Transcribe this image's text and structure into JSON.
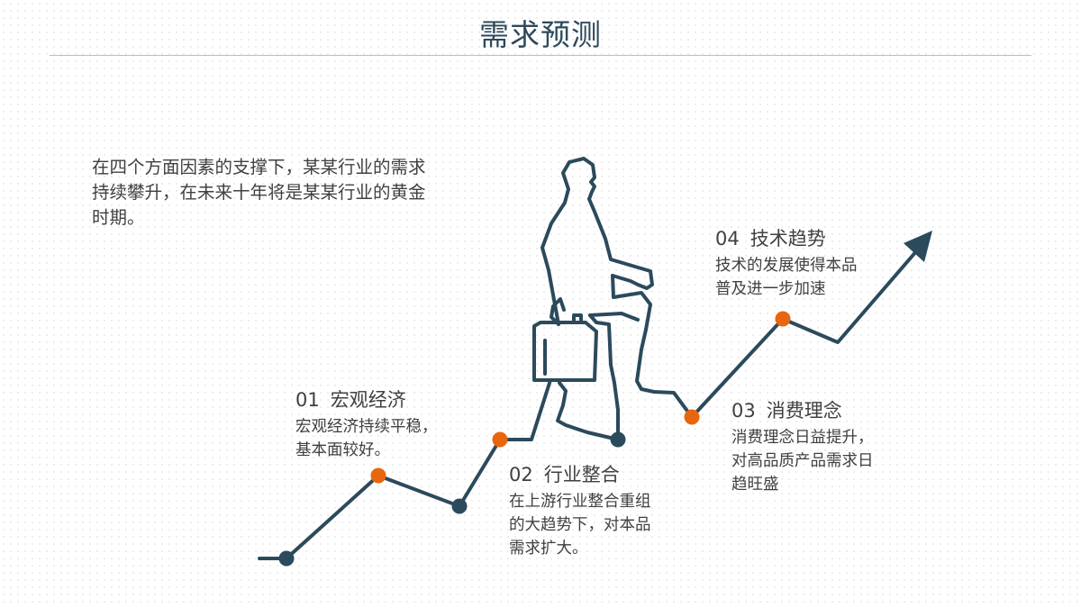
{
  "page": {
    "title": "需求预测"
  },
  "intro": {
    "text": "在四个方面因素的支撑下，某某行业的需求持续攀升，在未来十年将是某某行业的黄金时期。"
  },
  "factors": [
    {
      "number": "01",
      "title": "宏观经济",
      "desc_lines": [
        "宏观经济持续平稳，",
        "基本面较好。"
      ]
    },
    {
      "number": "02",
      "title": "行业整合",
      "desc_lines": [
        "在上游行业整合重组",
        "的大趋势下，对本品",
        "需求扩大。"
      ]
    },
    {
      "number": "03",
      "title": "消费理念",
      "desc_lines": [
        "消费理念日益提升，",
        "对高品质产品需求日",
        "趋旺盛"
      ]
    },
    {
      "number": "04",
      "title": "技术趋势",
      "desc_lines": [
        "技术的发展使得本品",
        "普及进一步加速"
      ]
    }
  ],
  "colors": {
    "line": "#2b4a5c",
    "dot_dark": "#2b4a5c",
    "dot_accent": "#e8660f",
    "title": "#2e4a5c",
    "rule": "#b9bfc4"
  },
  "icons": {
    "figure": "businessman-with-briefcase-climbing-icon",
    "arrow": "arrow-head-icon"
  }
}
